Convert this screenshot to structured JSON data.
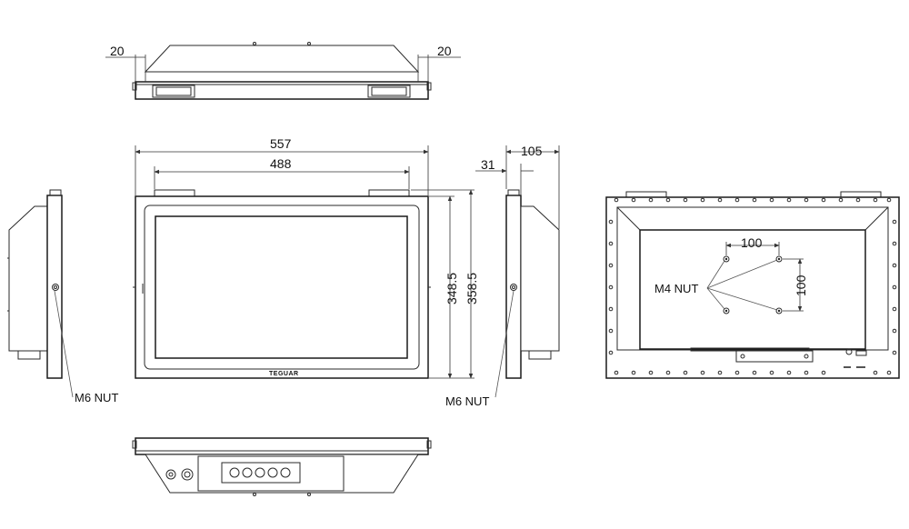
{
  "top_view": {
    "dim_left": "20",
    "dim_right": "20"
  },
  "front_view": {
    "width_overall": "557",
    "width_inner": "488",
    "height_inner": "348.5",
    "height_overall": "358.5",
    "brand_label": "TEGUAR"
  },
  "side_view": {
    "dim_depth_total": "105",
    "dim_depth_bezel": "31"
  },
  "labels": {
    "left_nut": "M6 NUT",
    "right_nut": "M6 NUT",
    "vesa_nut": "M4 NUT"
  },
  "rear_view": {
    "vesa_h": "100",
    "vesa_v": "100"
  }
}
